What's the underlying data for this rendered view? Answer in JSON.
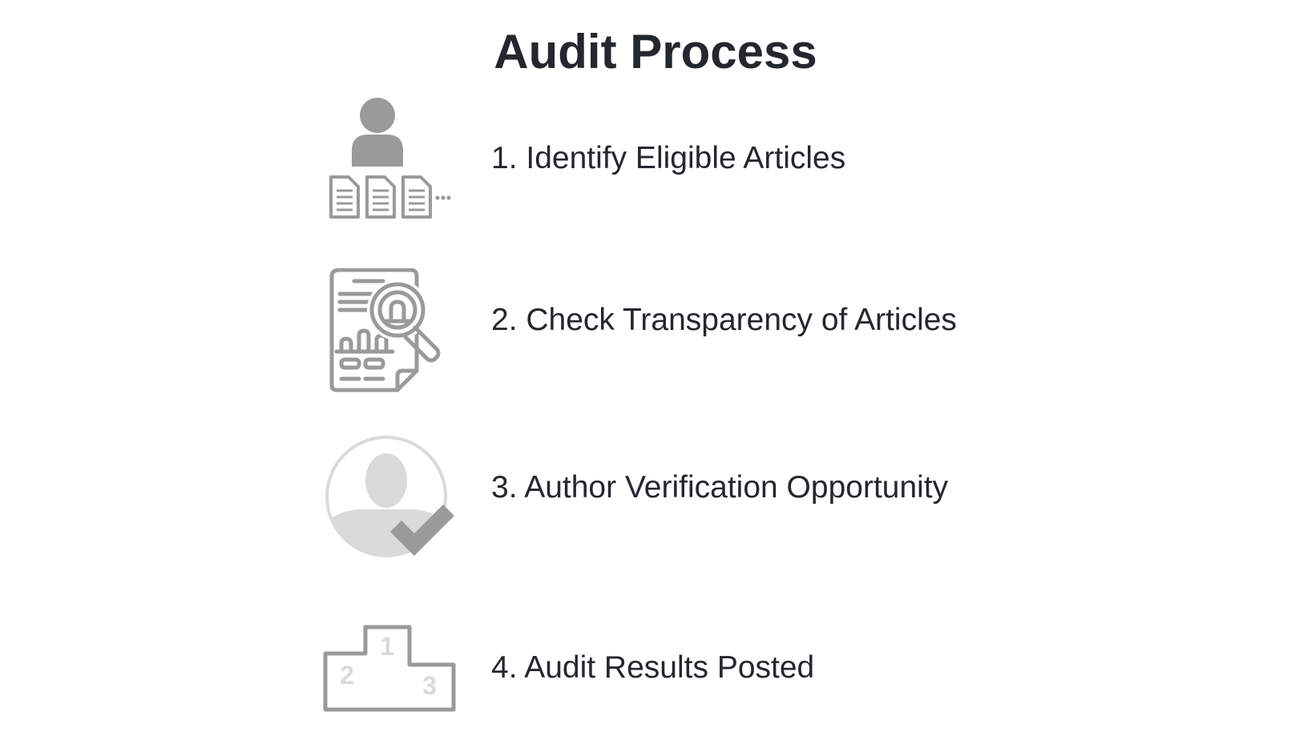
{
  "title": "Audit Process",
  "steps": [
    {
      "label": "1. Identify Eligible Articles",
      "icon": "user-articles-icon"
    },
    {
      "label": "2. Check Transparency of Articles",
      "icon": "document-magnifier-icon"
    },
    {
      "label": "3. Author Verification Opportunity",
      "icon": "verified-user-icon"
    },
    {
      "label": "4. Audit Results Posted",
      "icon": "podium-icon",
      "podium_numbers": [
        "1",
        "2",
        "3"
      ]
    }
  ],
  "colors": {
    "text": "#24272b",
    "icon_dark": "#9a9a9a",
    "icon_light": "#dadada"
  }
}
